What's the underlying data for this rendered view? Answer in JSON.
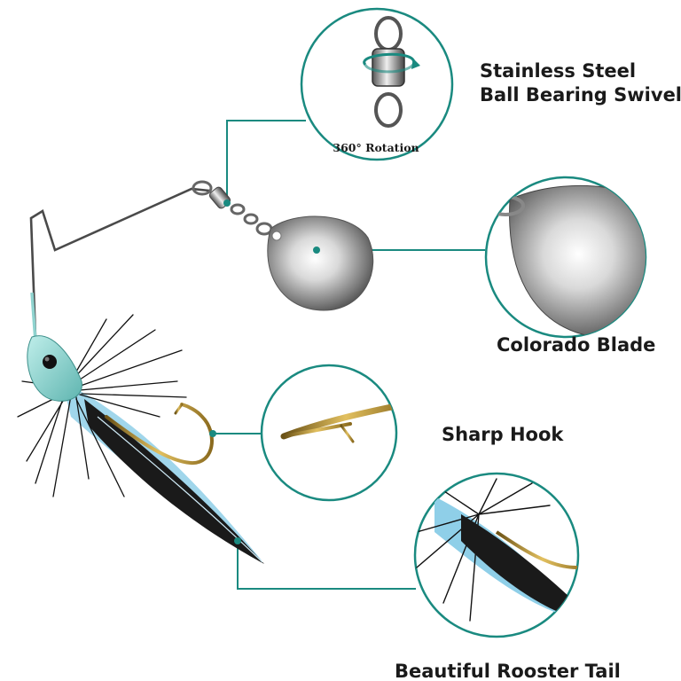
{
  "labels": {
    "swivel_line1": "Stainless Steel",
    "swivel_line2": "Ball Bearing Swivel",
    "swivel_caption": "360° Rotation",
    "blade": "Colorado Blade",
    "hook": "Sharp Hook",
    "tail": "Beautiful Rooster Tail"
  },
  "colors": {
    "callout_ring": "#1a8a80",
    "head": "#8fd3cf",
    "feather_black": "#111111",
    "feather_blue": "#8fcfe8",
    "hook_gold": "#b8912e",
    "blade_silver": "#c9c9c9"
  },
  "icons": [
    "swivel-icon",
    "rotation-arrow-icon",
    "blade-icon",
    "hook-icon",
    "feather-icon"
  ]
}
